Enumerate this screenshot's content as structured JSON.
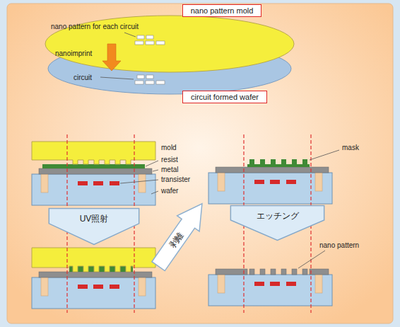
{
  "diagram": {
    "nodes": [
      {
        "text": [
          "nano pattern mold"
        ]
      },
      {
        "text": [
          "circuit formed wafer"
        ]
      },
      {
        "text": [
          "UV照射"
        ]
      },
      {
        "text": [
          "剥離"
        ]
      },
      {
        "text": [
          "エッチング"
        ]
      }
    ],
    "labels": [
      "nano pattern for each circuit",
      "nanoimprint",
      "circuit",
      "mold",
      "resist",
      "metal",
      "transister",
      "wafer",
      "mask",
      "nano pattern"
    ]
  }
}
